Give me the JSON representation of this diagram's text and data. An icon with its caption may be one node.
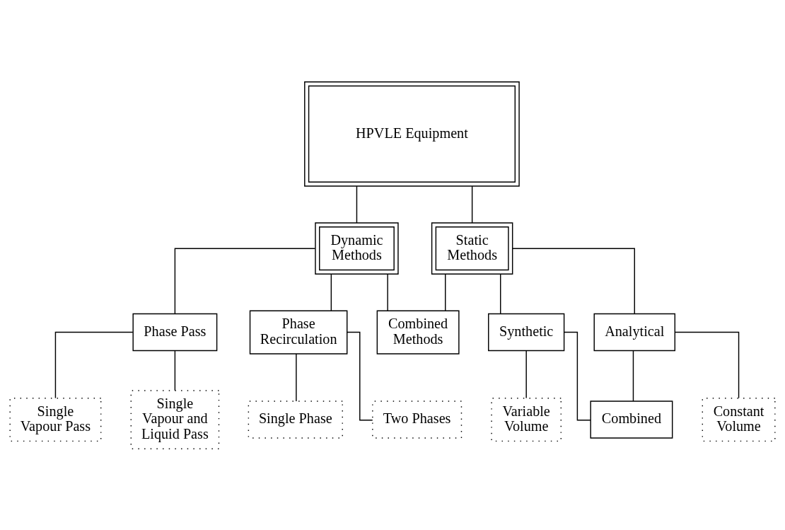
{
  "diagram": {
    "nodes": [
      {
        "text": [
          "HPVLE Equipment"
        ]
      },
      {
        "text": [
          "Dynamic Methods"
        ]
      },
      {
        "text": [
          "Static Methods"
        ]
      },
      {
        "text": [
          "Combined Methods"
        ]
      },
      {
        "text": [
          "Phase Pass"
        ]
      },
      {
        "text": [
          "Phase Recirculation"
        ]
      },
      {
        "text": [
          "Synthetic"
        ]
      },
      {
        "text": [
          "Analytical"
        ]
      },
      {
        "text": [
          "Combined"
        ]
      },
      {
        "text": [
          "Single Vapour Pass"
        ]
      },
      {
        "text": [
          "Single Vapour and Liquid Pass"
        ]
      },
      {
        "text": [
          "Single Phase"
        ]
      },
      {
        "text": [
          "Two Phases"
        ]
      },
      {
        "text": [
          "Variable Volume"
        ]
      },
      {
        "text": [
          "Constant Volume"
        ]
      }
    ],
    "edges": [
      {
        "from": 0,
        "to": 1,
        "arrow": "none"
      },
      {
        "from": 0,
        "to": 2,
        "arrow": "none"
      },
      {
        "from": 1,
        "to": 3,
        "arrow": "none"
      },
      {
        "from": 2,
        "to": 3,
        "arrow": "none"
      },
      {
        "from": 1,
        "to": 4,
        "arrow": "none"
      },
      {
        "from": 1,
        "to": 5,
        "arrow": "none"
      },
      {
        "from": 4,
        "to": 9,
        "arrow": "none"
      },
      {
        "from": 4,
        "to": 10,
        "arrow": "none"
      },
      {
        "from": 5,
        "to": 11,
        "arrow": "none"
      },
      {
        "from": 5,
        "to": 12,
        "arrow": "none"
      },
      {
        "from": 2,
        "to": 6,
        "arrow": "none"
      },
      {
        "from": 2,
        "to": 7,
        "arrow": "none"
      },
      {
        "from": 6,
        "to": 8,
        "arrow": "none"
      },
      {
        "from": 7,
        "to": 8,
        "arrow": "none"
      },
      {
        "from": 6,
        "to": 13,
        "arrow": "none"
      },
      {
        "from": 7,
        "to": 14,
        "arrow": "none"
      }
    ]
  }
}
